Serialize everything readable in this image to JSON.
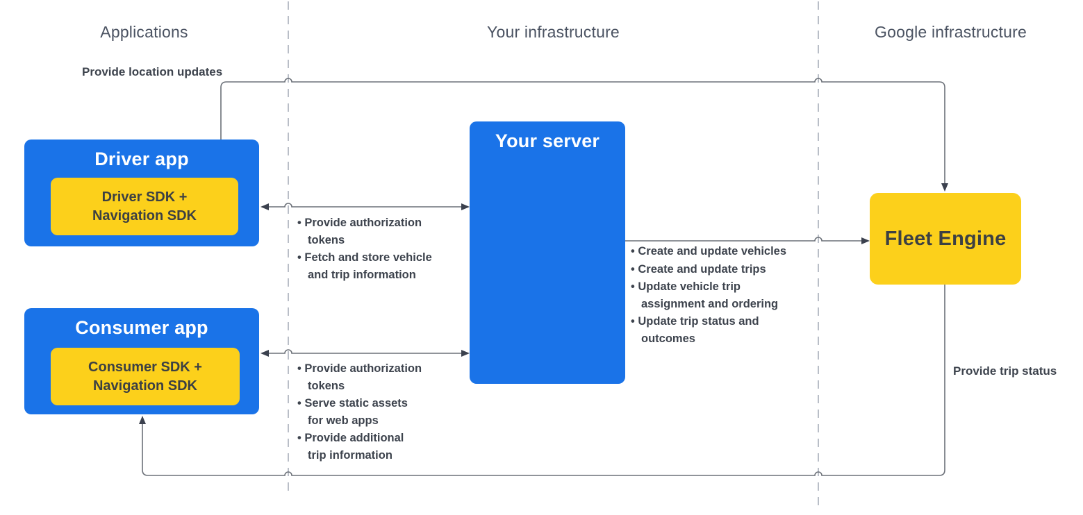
{
  "colors": {
    "blue": "#1a73e8",
    "yellow": "#fcd01b",
    "line": "#6b7078",
    "dark": "#3d434d",
    "dashed": "#b9bec7",
    "header": "#4b5362"
  },
  "columns": [
    {
      "label": "Applications"
    },
    {
      "label": "Your infrastructure"
    },
    {
      "label": "Google infrastructure"
    }
  ],
  "nodes": {
    "driver_app": {
      "title": "Driver app",
      "sdk": "Driver SDK +\nNavigation SDK"
    },
    "consumer_app": {
      "title": "Consumer app",
      "sdk": "Consumer SDK +\nNavigation SDK"
    },
    "your_server": {
      "title": "Your server"
    },
    "fleet_engine": {
      "title": "Fleet Engine"
    }
  },
  "edges": {
    "location_updates_label": "Provide location updates",
    "trip_status_label": "Provide trip status",
    "driver_server_bullets": [
      "Provide authorization\ntokens",
      "Fetch and store vehicle\nand trip information"
    ],
    "server_fleet_bullets": [
      "Create and update vehicles",
      "Create and update trips",
      "Update vehicle trip\nassignment and ordering",
      "Update trip status and\noutcomes"
    ],
    "consumer_server_bullets": [
      "Provide authorization\ntokens",
      "Serve static assets\nfor web apps",
      "Provide additional\ntrip information"
    ]
  }
}
